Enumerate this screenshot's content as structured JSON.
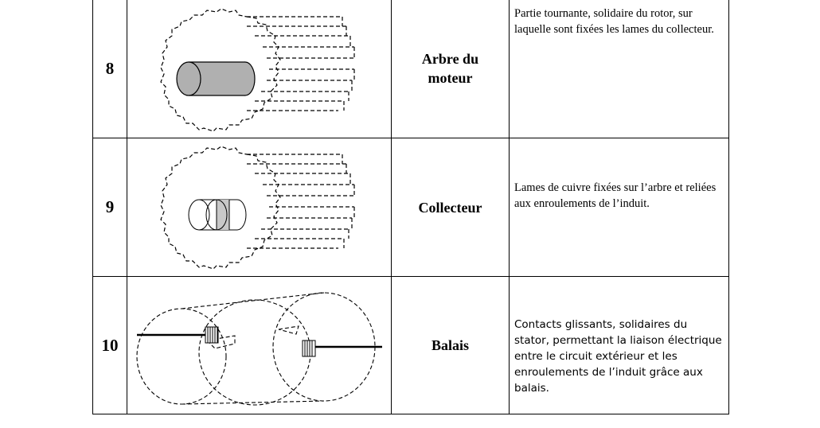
{
  "rows": [
    {
      "number": "8",
      "name_line1": "Arbre du",
      "name_line2": "moteur",
      "description": "Partie tournante, solidaire du rotor, sur laquelle sont fixées les lames du collecteur.",
      "figure_icon": "rotor-with-shaft-drawing"
    },
    {
      "number": "9",
      "name_line1": "Collecteur",
      "name_line2": "",
      "description": "Lames de cuivre fixées sur l’arbre et reliées aux enroulements de l’induit.",
      "figure_icon": "rotor-with-commutator-drawing"
    },
    {
      "number": "10",
      "name_line1": "Balais",
      "name_line2": "",
      "description": "Contacts glissants, solidaires du stator, permettant la liaison électrique entre le circuit extérieur et les enroulements de l’induit grâce aux balais.",
      "figure_icon": "brushes-cylinder-drawing"
    }
  ],
  "colors": {
    "shaft_fill": "#b0b0b0",
    "line": "#000000",
    "background": "#ffffff"
  }
}
